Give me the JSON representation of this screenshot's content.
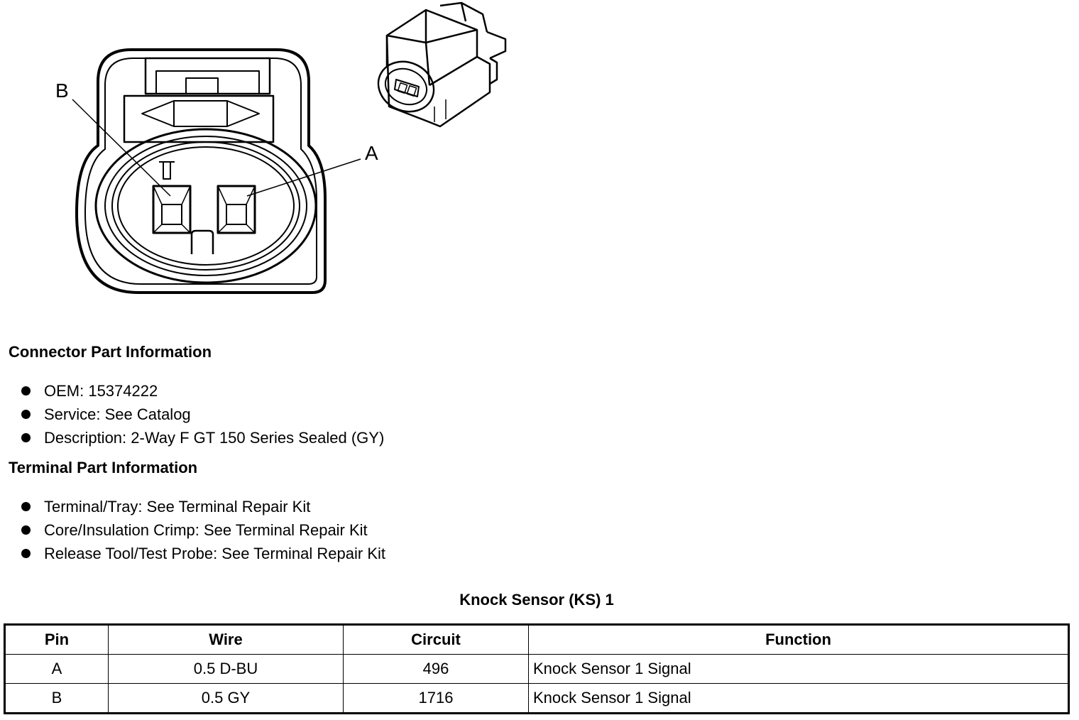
{
  "figure": {
    "pin_labels": {
      "b": "B",
      "a": "A"
    }
  },
  "connector_info": {
    "heading": "Connector Part Information",
    "items": [
      "OEM: 15374222",
      "Service: See Catalog",
      "Description: 2-Way F GT 150 Series Sealed (GY)"
    ]
  },
  "terminal_info": {
    "heading": "Terminal Part Information",
    "items": [
      "Terminal/Tray: See Terminal Repair Kit",
      "Core/Insulation Crimp: See Terminal Repair Kit",
      "Release Tool/Test Probe: See Terminal Repair Kit"
    ]
  },
  "pin_table": {
    "title": "Knock Sensor (KS) 1",
    "headers": [
      "Pin",
      "Wire",
      "Circuit",
      "Function"
    ],
    "rows": [
      [
        "A",
        "0.5 D-BU",
        "496",
        "Knock Sensor 1 Signal"
      ],
      [
        "B",
        "0.5 GY",
        "1716",
        "Knock Sensor 1 Signal"
      ]
    ]
  }
}
